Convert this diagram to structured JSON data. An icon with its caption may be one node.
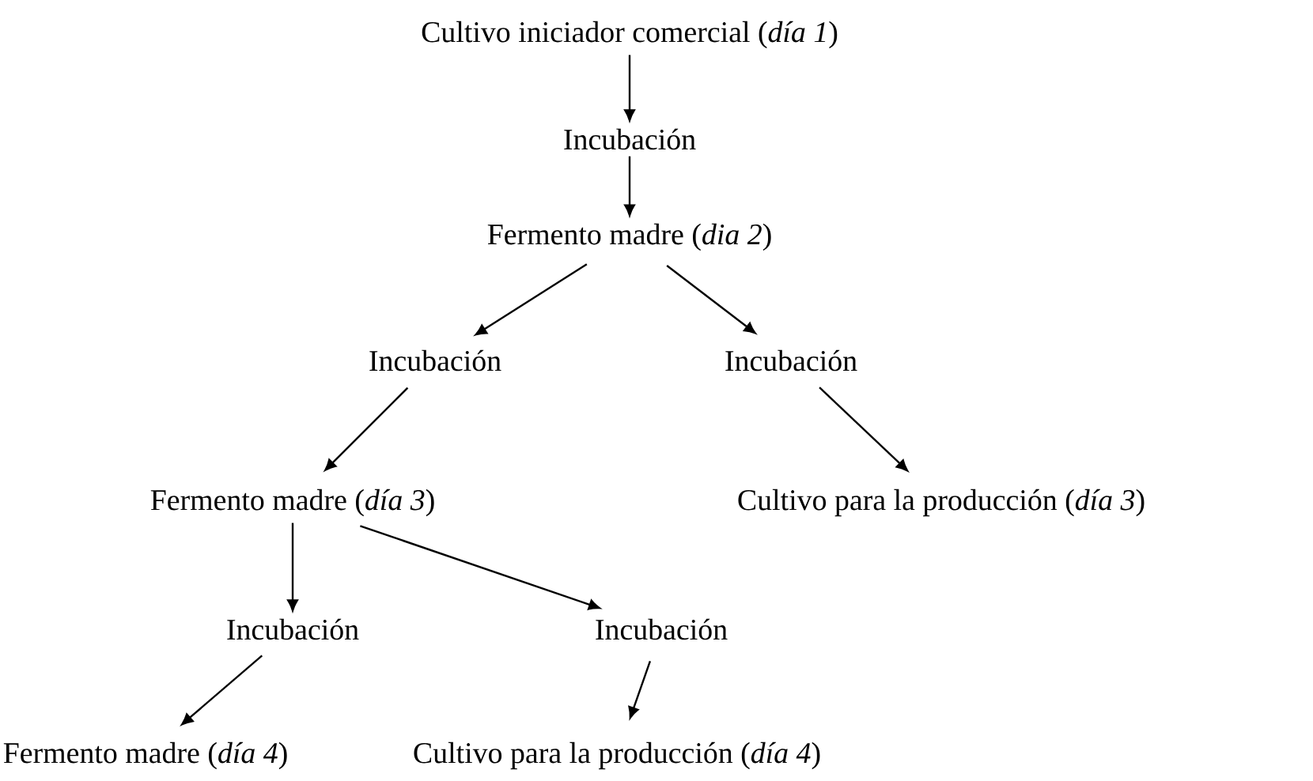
{
  "diagram": {
    "nodes": [
      {
        "text": [
          "Cultivo iniciador comercial (*día 1*)"
        ]
      },
      {
        "text": [
          "Incubación"
        ]
      },
      {
        "text": [
          "Fermento madre (*dia 2*)"
        ]
      },
      {
        "text": [
          "Incubación"
        ]
      },
      {
        "text": [
          "Incubación"
        ]
      },
      {
        "text": [
          "Fermento madre (*día 3*)"
        ]
      },
      {
        "text": [
          "Cultivo para la producción (*día 3*)"
        ]
      },
      {
        "text": [
          "Incubación"
        ]
      },
      {
        "text": [
          "Incubación"
        ]
      },
      {
        "text": [
          "Fermento madre (*día 4*)"
        ]
      },
      {
        "text": [
          "Cultivo para la producción (*día 4*)"
        ]
      }
    ],
    "edges": [
      {
        "from": 0,
        "to": 1,
        "arrow": "to"
      },
      {
        "from": 1,
        "to": 2,
        "arrow": "to"
      },
      {
        "from": 2,
        "to": 3,
        "arrow": "to"
      },
      {
        "from": 2,
        "to": 4,
        "arrow": "to"
      },
      {
        "from": 3,
        "to": 5,
        "arrow": "to"
      },
      {
        "from": 4,
        "to": 6,
        "arrow": "to"
      },
      {
        "from": 5,
        "to": 7,
        "arrow": "to"
      },
      {
        "from": 5,
        "to": 8,
        "arrow": "to"
      },
      {
        "from": 7,
        "to": 9,
        "arrow": "to"
      },
      {
        "from": 8,
        "to": 10,
        "arrow": "to"
      }
    ]
  }
}
